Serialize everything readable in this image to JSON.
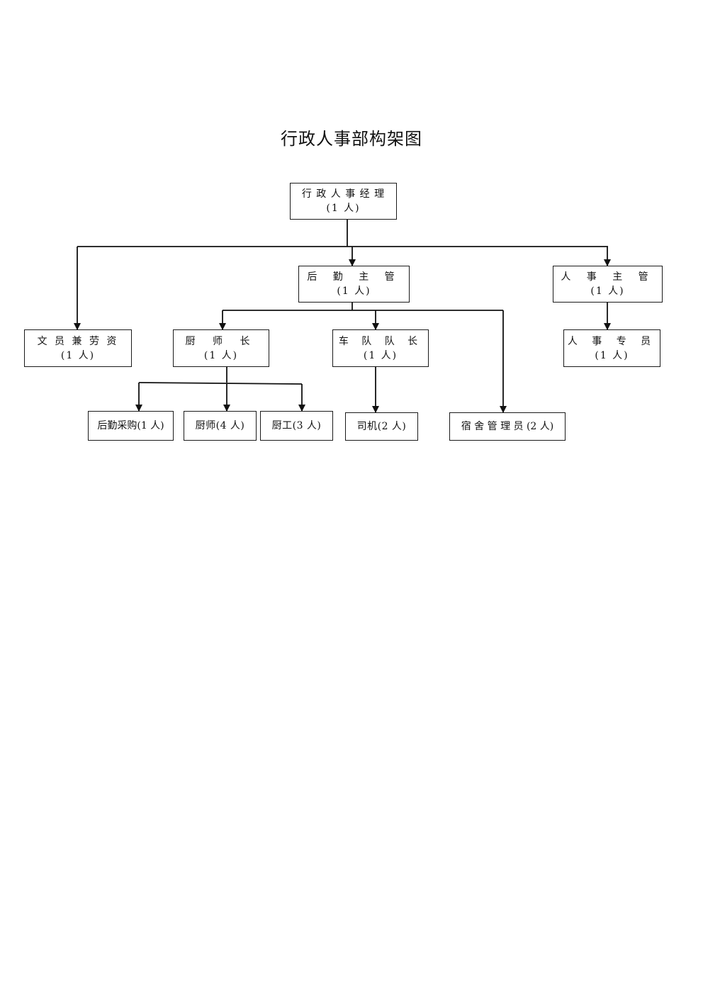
{
  "title": "行政人事部构架图",
  "nodes": {
    "manager": {
      "name": "行 政 人 事 经 理",
      "count": "(1 人)"
    },
    "logistics_supervisor": {
      "name": "后 勤 主 管",
      "count": "(1 人)"
    },
    "hr_supervisor": {
      "name": "人 事 主 管",
      "count": "(1 人)"
    },
    "clerk_payroll": {
      "name": "文 员 兼 劳 资",
      "count": "(1 人)"
    },
    "head_chef": {
      "name": "厨 师 长",
      "count": "(1 人)"
    },
    "fleet_captain": {
      "name": "车 队 队 长",
      "count": "(1 人)"
    },
    "hr_specialist": {
      "name": "人 事 专 员",
      "count": "(1 人)"
    },
    "purchasing": {
      "name": "后勤采购(1 人)"
    },
    "chefs": {
      "name": "厨师(4 人)"
    },
    "kitchen_workers": {
      "name": "厨工(3 人)"
    },
    "drivers": {
      "name": "司机(2 人)"
    },
    "dorm_manager": {
      "name": "宿 舍 管 理 员 (2 人)"
    }
  }
}
